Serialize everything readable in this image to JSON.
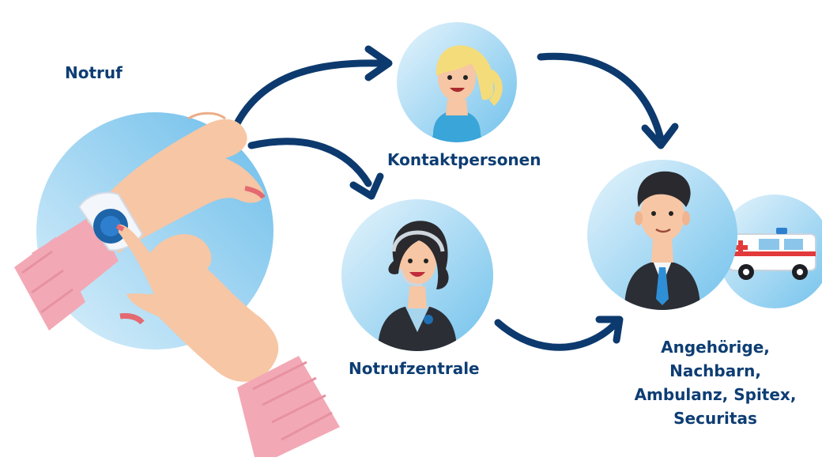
{
  "labels": {
    "emergency": "Notruf",
    "contacts": "Kontaktpersonen",
    "call_center": "Notrufzentrale",
    "responders": [
      "Angehörige,",
      "Nachbarn,",
      "Ambulanz, Spitex,",
      "Securitas"
    ]
  },
  "colors": {
    "arrow": "#0d3a6e",
    "label": "#0d3d73",
    "circle_light": "#dff0fb",
    "circle_dark": "#7cc6ee",
    "skin": "#f7c6a4",
    "sleeve": "#f2a9b5",
    "suit": "#2b2e35"
  },
  "icons": [
    "wrist-emergency-button-icon",
    "contact-person-icon",
    "call-center-agent-icon",
    "responder-man-icon",
    "ambulance-icon"
  ]
}
